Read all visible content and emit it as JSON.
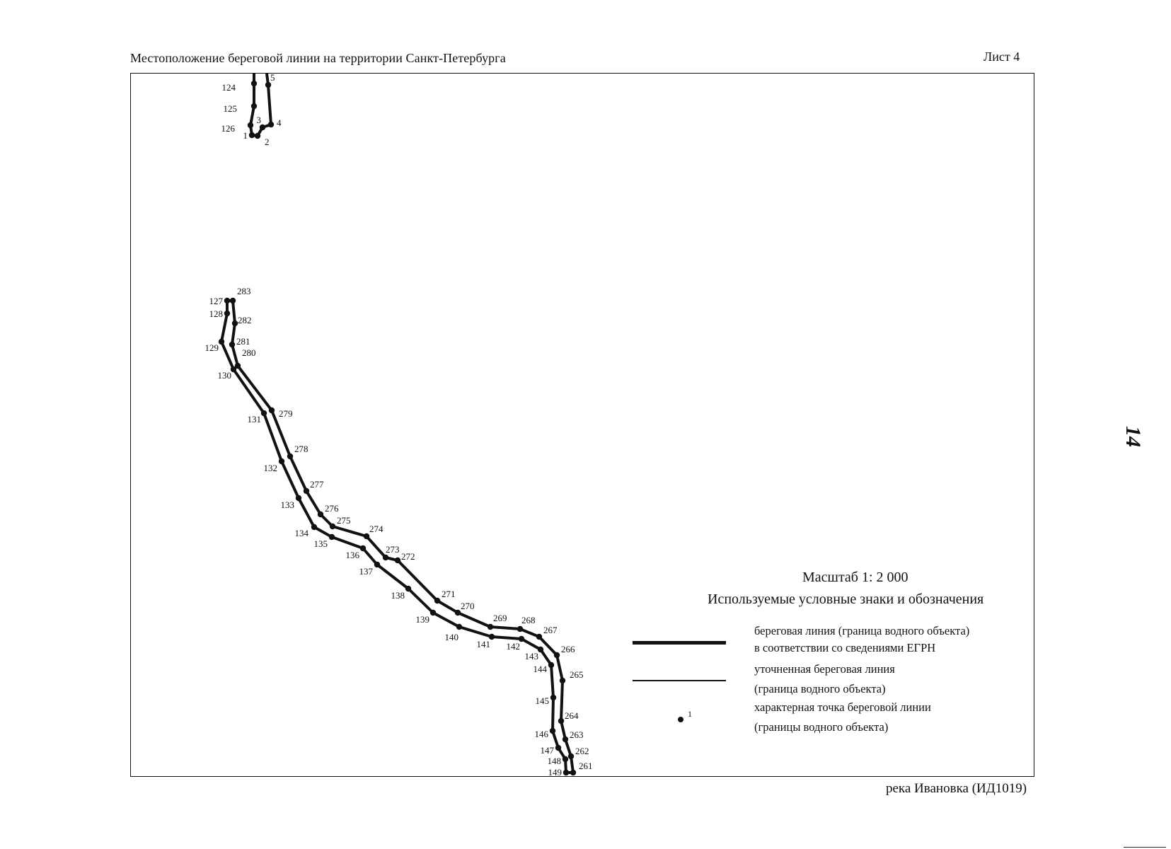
{
  "header": {
    "title": "Местоположение береговой линии на территории Санкт-Петербурга",
    "sheet": "Лист 4"
  },
  "footer": {
    "river": "река Ивановка (ИД1019)"
  },
  "page_number": "14",
  "legend": {
    "scale": "Масштаб 1: 2 000",
    "title": "Используемые условные знаки и обозначения",
    "items": [
      {
        "line1": "береговая линия (граница водного объекта)",
        "line2": "в соответствии со сведениями ЕГРН"
      },
      {
        "line1": "уточненная  береговая линия",
        "line2": "(граница водного объекта)"
      },
      {
        "line1": "характерная точка береговой линии",
        "line2": "(границы водного объекта)"
      }
    ],
    "point_example_label": "1"
  },
  "colors": {
    "line": "#111111",
    "background": "#ffffff"
  },
  "map_points": {
    "upper": [
      "124",
      "125",
      "126",
      "1",
      "2",
      "3",
      "4",
      "5"
    ],
    "lower_left": [
      "127",
      "128",
      "129",
      "130",
      "131",
      "132",
      "133",
      "134",
      "135",
      "136",
      "137",
      "138",
      "139",
      "140",
      "141",
      "142",
      "143",
      "144",
      "145",
      "146",
      "147",
      "148",
      "149"
    ],
    "lower_right": [
      "283",
      "282",
      "281",
      "280",
      "279",
      "278",
      "277",
      "276",
      "275",
      "274",
      "273",
      "272",
      "271",
      "270",
      "269",
      "268",
      "267",
      "266",
      "265",
      "264",
      "263",
      "262",
      "261"
    ]
  }
}
